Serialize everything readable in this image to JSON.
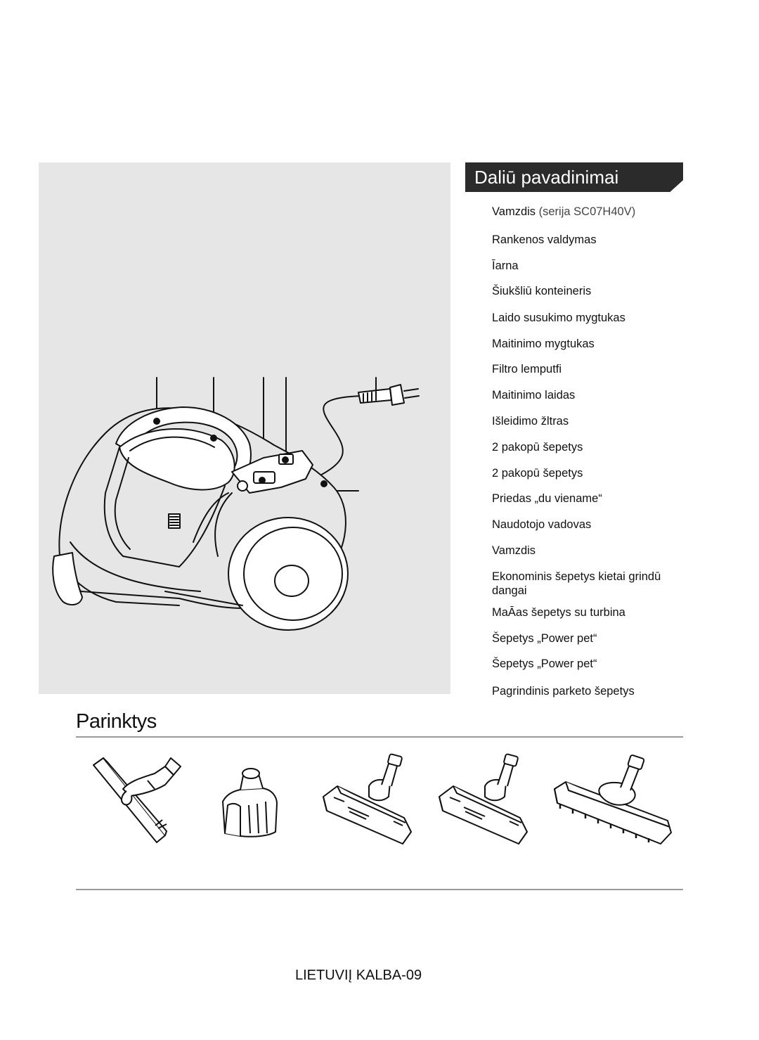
{
  "section": {
    "title": "Daliū pavadinimai"
  },
  "parts": [
    {
      "label": "Vamzdis",
      "note": "(serija SC07H40V)"
    },
    {
      "label": "Rankenos valdymas"
    },
    {
      "label": "Īarna"
    },
    {
      "label": "Šiukšliū konteineris"
    },
    {
      "label": "Laido susukimo mygtukas"
    },
    {
      "label": "Maitinimo mygtukas"
    },
    {
      "label": "Filtro lemputfi"
    },
    {
      "label": "Maitinimo laidas"
    },
    {
      "label": "Išleidimo žltras"
    },
    {
      "label": "2 pakopū šepetys"
    },
    {
      "label": "2 pakopū šepetys"
    },
    {
      "label": "Priedas „du viename“"
    },
    {
      "label": "Naudotojo vadovas"
    },
    {
      "label": "Vamzdis"
    },
    {
      "label": "Ekonominis šepetys kietai grindū dangai"
    },
    {
      "label": "MaĀas šepetys su turbina"
    },
    {
      "label": "Šepetys „Power pet“"
    },
    {
      "label": "Šepetys „Power pet“"
    },
    {
      "label": "Pagrindinis parketo šepetys"
    }
  ],
  "options": {
    "title": "Parinktys"
  },
  "footer": {
    "text": "LIETUVIĮ KALBA-09"
  },
  "colors": {
    "panel_bg": "#e6e6e6",
    "banner_bg": "#2b2b2b",
    "rule": "#9a9a9a"
  }
}
